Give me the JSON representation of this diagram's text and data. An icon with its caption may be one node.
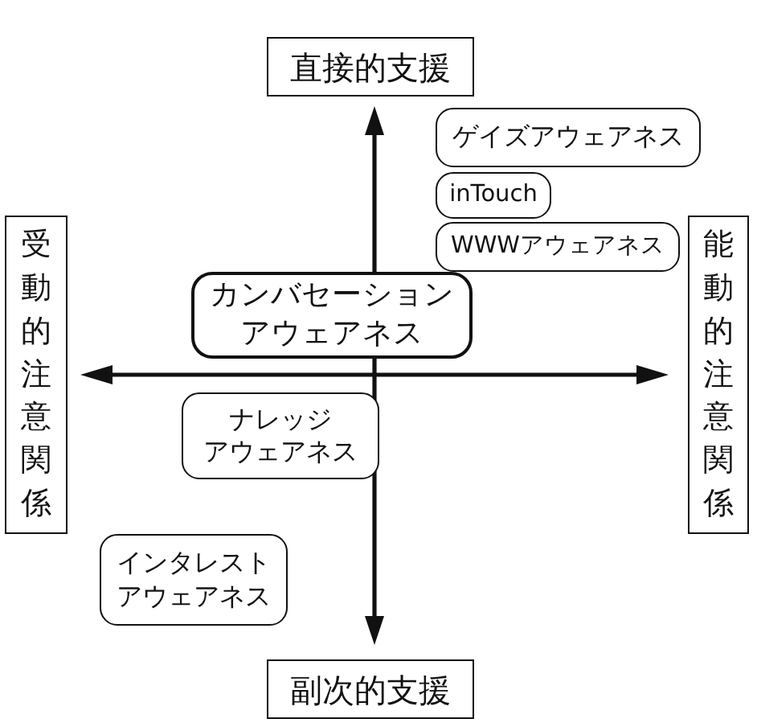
{
  "diagram": {
    "nodes": [
      {
        "text": [
          "直接的支援"
        ]
      },
      {
        "text": [
          "ゲイズアウェアネス"
        ]
      },
      {
        "text": [
          "inTouch"
        ]
      },
      {
        "text": [
          "WWWアウェアネス"
        ]
      },
      {
        "text": [
          "受動的注意関係"
        ]
      },
      {
        "text": [
          "能動的注意関係"
        ]
      },
      {
        "text": [
          "カンバセーションアウェアネス"
        ]
      },
      {
        "text": [
          "ナレッジアウェアネス"
        ]
      },
      {
        "text": [
          "インタレストアウェアネス"
        ]
      },
      {
        "text": [
          "副次的支援"
        ]
      }
    ]
  }
}
